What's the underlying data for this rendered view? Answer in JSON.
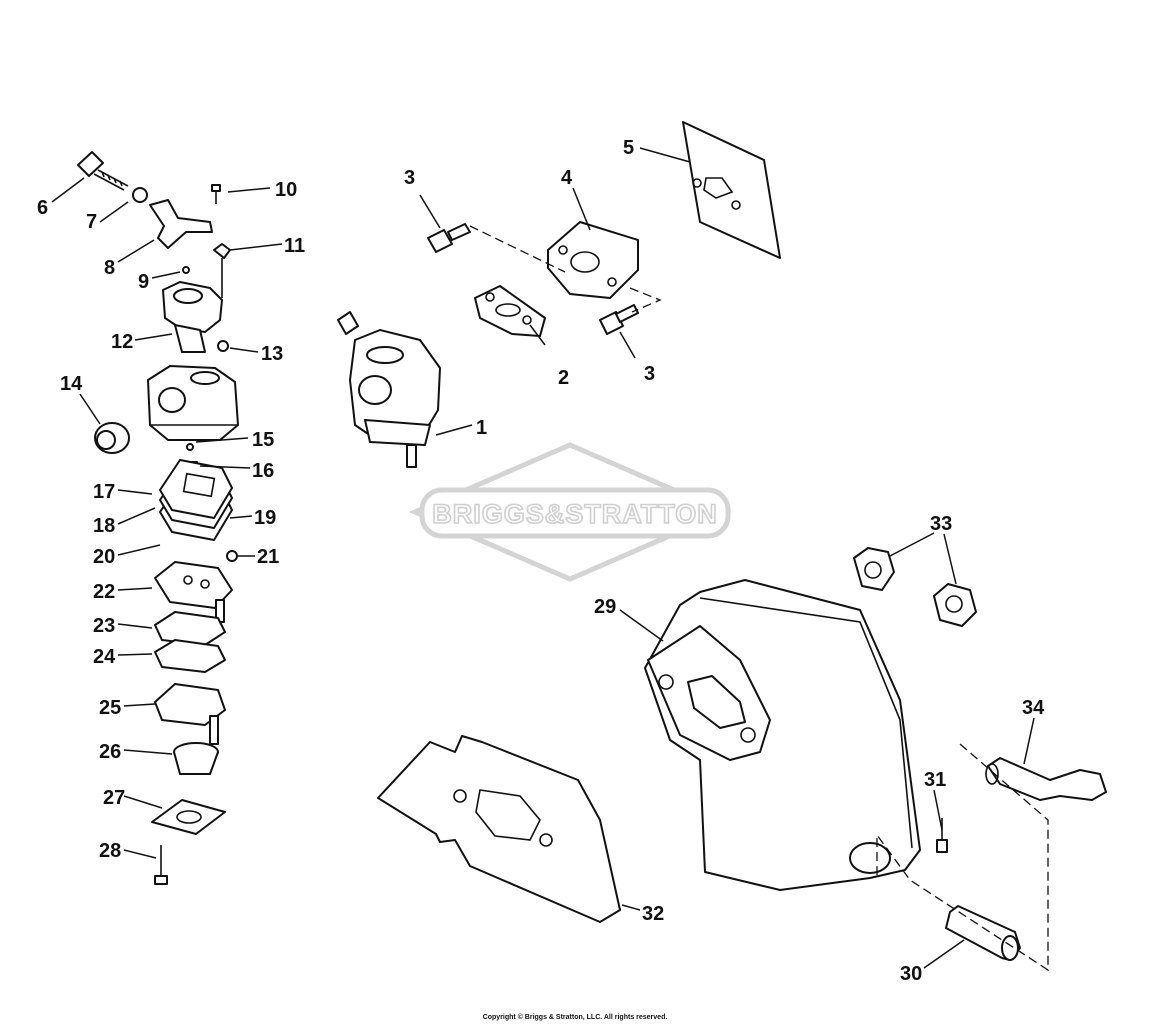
{
  "watermark": {
    "text": "BRIGGS&STRATTON"
  },
  "copyright": "Copyright © Briggs & Stratton, LLC. All rights reserved.",
  "callouts": {
    "n1": "1",
    "n2": "2",
    "n3a": "3",
    "n3b": "3",
    "n4": "4",
    "n5": "5",
    "n6": "6",
    "n7": "7",
    "n8": "8",
    "n9": "9",
    "n10": "10",
    "n11": "11",
    "n12": "12",
    "n13": "13",
    "n14": "14",
    "n15": "15",
    "n16": "16",
    "n17": "17",
    "n18": "18",
    "n19": "19",
    "n20": "20",
    "n21": "21",
    "n22": "22",
    "n23": "23",
    "n24": "24",
    "n25": "25",
    "n26": "26",
    "n27": "27",
    "n28": "28",
    "n29": "29",
    "n30": "30",
    "n31": "31",
    "n32": "32",
    "n33": "33",
    "n34": "34"
  }
}
